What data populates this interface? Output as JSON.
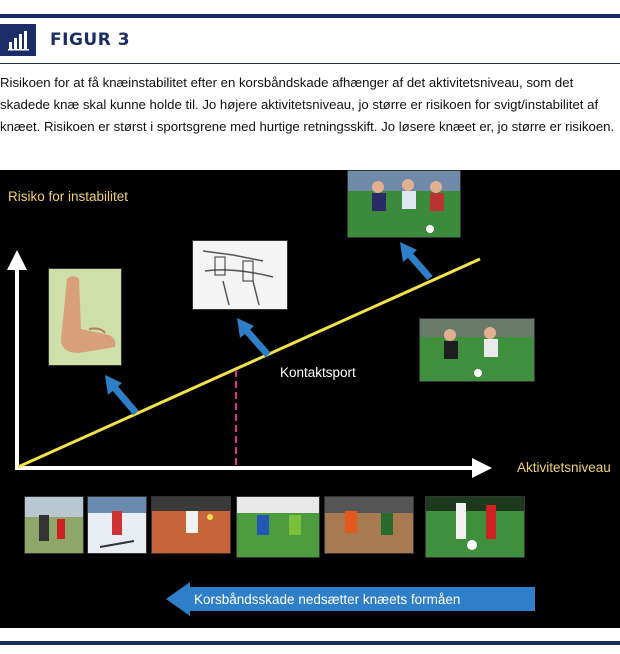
{
  "figure": {
    "title": "FIGUR 3",
    "icon": "bar-chart-icon",
    "caption": "Risikoen for at få knæinstabilitet efter en korsbåndskade afhænger af det aktivitetsniveau, som det skadede knæ skal kunne holde til. Jo højere aktivitetsniveau, jo større er risikoen for svigt/instabilitet af knæet. Risikoen er størst i sportsgrene med hurtige retningsskift. Jo løsere knæet er, jo større er risikoen."
  },
  "diagram": {
    "y_axis_label": "Risiko for instabilitet",
    "x_axis_label": "Aktivitetsniveau",
    "threshold_label": "Kontaktsport",
    "bottom_arrow_label": "Korsbåndsskade nedsætter knæets formåen",
    "colors": {
      "panel": "#000000",
      "axis": "#ffffff",
      "trend": "#f2e24a",
      "threshold": "#e0338f",
      "pointer": "#2f7fc8",
      "label": "#f3d06b",
      "header": "#1b2d66"
    }
  }
}
